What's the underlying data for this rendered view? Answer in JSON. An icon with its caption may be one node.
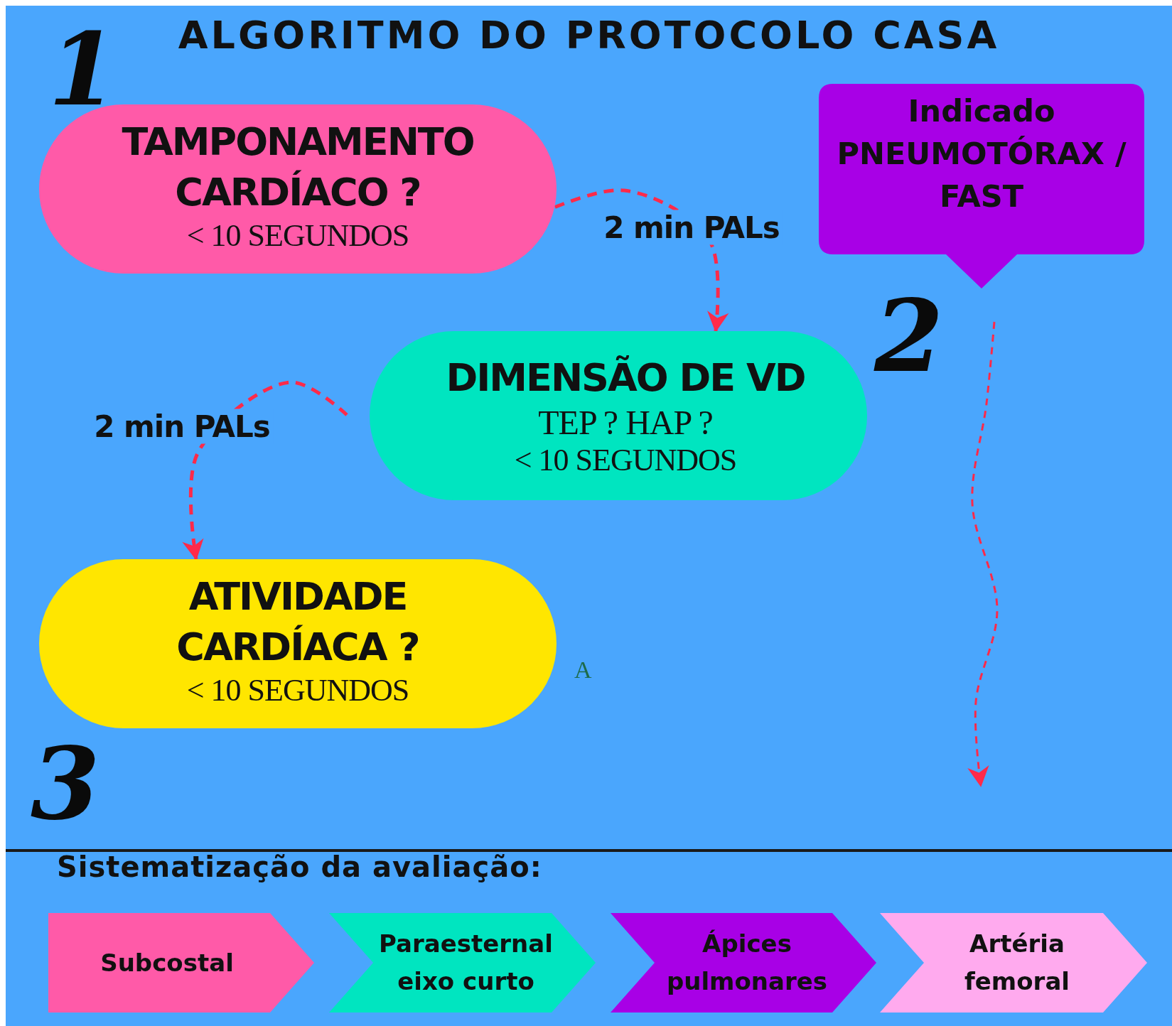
{
  "diagram": {
    "title": "ALGORITMO DO PROTOCOLO CASA",
    "nodes": [
      {
        "text": [
          "TAMPONAMENTO CARDÍACO ?",
          "< 10 SEGUNDOS"
        ],
        "beside": [
          "1"
        ]
      },
      {
        "text": [
          "Indicado PNEUMOTÓRAX / FAST"
        ]
      },
      {
        "text": [
          "DIMENSÃO DE VD",
          "TEP ? HAP ?",
          "< 10 SEGUNDOS"
        ],
        "beside": [
          "2"
        ]
      },
      {
        "text": [
          "ATIVIDADE CARDÍACA ?",
          "< 10 SEGUNDOS"
        ],
        "beside": [
          "3"
        ]
      },
      {
        "text": [
          "Subcostal"
        ]
      },
      {
        "text": [
          "Paraesternal eixo curto"
        ]
      },
      {
        "text": [
          "Ápices pulmonares"
        ]
      },
      {
        "text": [
          "Artéria femoral"
        ]
      }
    ],
    "edges": [
      {
        "from": 0,
        "to": 2,
        "arrow": "to",
        "label": "2 min PALs",
        "style": "dashed"
      },
      {
        "from": 2,
        "to": 3,
        "arrow": "to",
        "label": "2 min PALs",
        "style": "dashed"
      },
      {
        "from": 1,
        "to": null,
        "arrow": "to",
        "style": "dashed"
      }
    ],
    "labels": [
      "A",
      "Sistematização da avaliação:"
    ]
  }
}
